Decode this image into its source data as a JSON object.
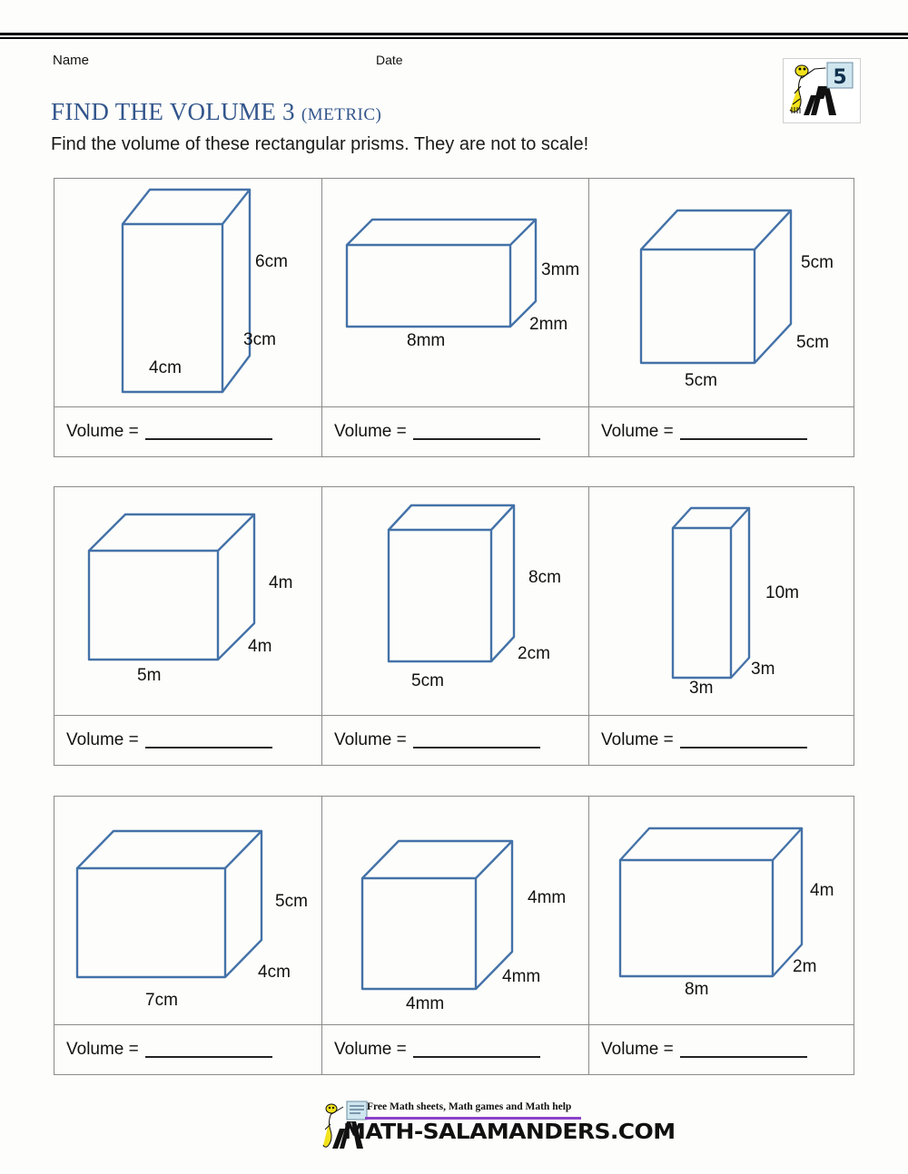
{
  "header": {
    "name_label": "Name",
    "date_label": "Date",
    "title_main": "FIND THE VOLUME 3",
    "title_metric": "(METRIC)",
    "subtitle": "Find the volume of these rectangular prisms. They are not to scale!",
    "logo_grade": "5"
  },
  "colors": {
    "title_blue": "#33568c",
    "prism_line": "#4472a8",
    "grid_border": "#8b8b8b",
    "footer_purple": "#8b42c8",
    "logo_yellow": "#f2e21c",
    "logo_box_blue": "#cfe6ef"
  },
  "answer": {
    "label": "Volume ="
  },
  "chart_data": {
    "type": "table",
    "title": "FIND THE VOLUME 3 (METRIC)",
    "problems": [
      {
        "index": 1,
        "shape": "tall-box",
        "width": "4cm",
        "depth": "3cm",
        "height": "6cm"
      },
      {
        "index": 2,
        "shape": "wide-box",
        "width": "8mm",
        "depth": "2mm",
        "height": "3mm"
      },
      {
        "index": 3,
        "shape": "cube",
        "width": "5cm",
        "depth": "5cm",
        "height": "5cm"
      },
      {
        "index": 4,
        "shape": "wide-cube",
        "width": "5m",
        "depth": "4m",
        "height": "4m"
      },
      {
        "index": 5,
        "shape": "tall-box",
        "width": "5cm",
        "depth": "2cm",
        "height": "8cm"
      },
      {
        "index": 6,
        "shape": "column",
        "width": "3m",
        "depth": "3m",
        "height": "10m"
      },
      {
        "index": 7,
        "shape": "wide-box",
        "width": "7cm",
        "depth": "4cm",
        "height": "5cm"
      },
      {
        "index": 8,
        "shape": "cube",
        "width": "4mm",
        "depth": "4mm",
        "height": "4mm"
      },
      {
        "index": 9,
        "shape": "wide-box",
        "width": "8m",
        "depth": "2m",
        "height": "4m"
      }
    ]
  },
  "footer": {
    "tagline": "Free Math sheets, Math games and Math help",
    "domain": "MATH-SALAMANDERS.COM"
  }
}
